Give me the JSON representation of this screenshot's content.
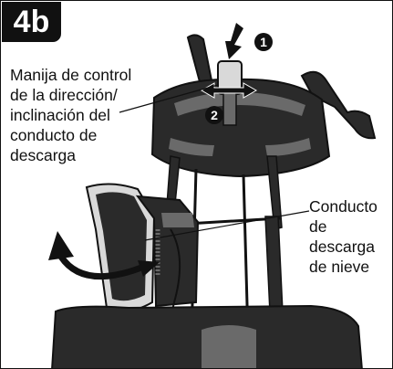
{
  "step": "4b",
  "callouts": [
    "1",
    "2"
  ],
  "labels": {
    "chute_control": "Manija de control\nde la dirección/\ninclinación del\nconducto de\ndescarga",
    "discharge_chute": "Conducto\nde\ndescarga\nde nieve"
  },
  "colors": {
    "ink": "#111111",
    "machine": "#2a2a2a",
    "machine_light": "#6a6a6a",
    "highlight": "#d9d9d9"
  }
}
